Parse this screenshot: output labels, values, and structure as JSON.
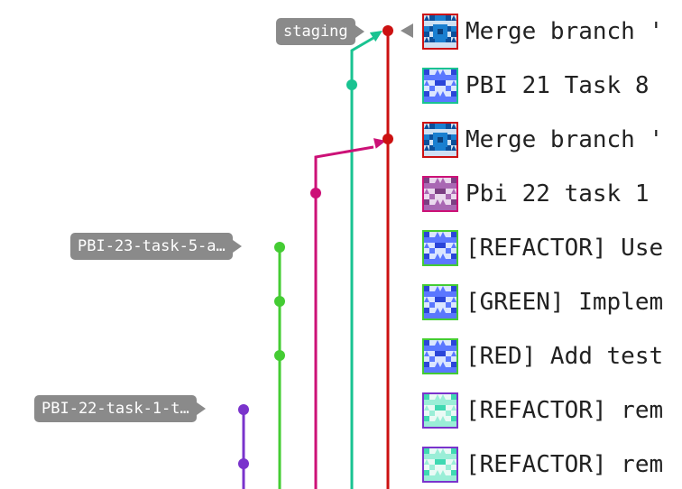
{
  "refs": [
    {
      "label": "staging",
      "color": "#8a8a8a"
    },
    {
      "label": "PBI-23-task-5-a…",
      "color": "#8a8a8a"
    },
    {
      "label": "PBI-22-task-1-t…",
      "color": "#8a8a8a"
    }
  ],
  "lane_colors": {
    "staging": "#cc1111",
    "teal": "#19c391",
    "magenta": "#cc1177",
    "green": "#44cc33",
    "purple": "#7a33cc"
  },
  "commits": [
    {
      "message": "Merge branch '",
      "avatar_style": "blue-red",
      "border": "#cc1111"
    },
    {
      "message": "PBI 21 Task 8 ",
      "avatar_style": "blue-green",
      "border": "#19c391"
    },
    {
      "message": "Merge branch '",
      "avatar_style": "blue-red",
      "border": "#cc1111"
    },
    {
      "message": "Pbi 22 task 1 ",
      "avatar_style": "purple",
      "border": "#cc1177"
    },
    {
      "message": "[REFACTOR] Use",
      "avatar_style": "blue-green",
      "border": "#44cc33"
    },
    {
      "message": "[GREEN] Implem",
      "avatar_style": "blue-green",
      "border": "#44cc33"
    },
    {
      "message": "[RED] Add test",
      "avatar_style": "blue-green",
      "border": "#44cc33"
    },
    {
      "message": "[REFACTOR] rem",
      "avatar_style": "teal-light",
      "border": "#7a33cc"
    },
    {
      "message": "[REFACTOR] rem",
      "avatar_style": "teal-light",
      "border": "#7a33cc"
    }
  ]
}
